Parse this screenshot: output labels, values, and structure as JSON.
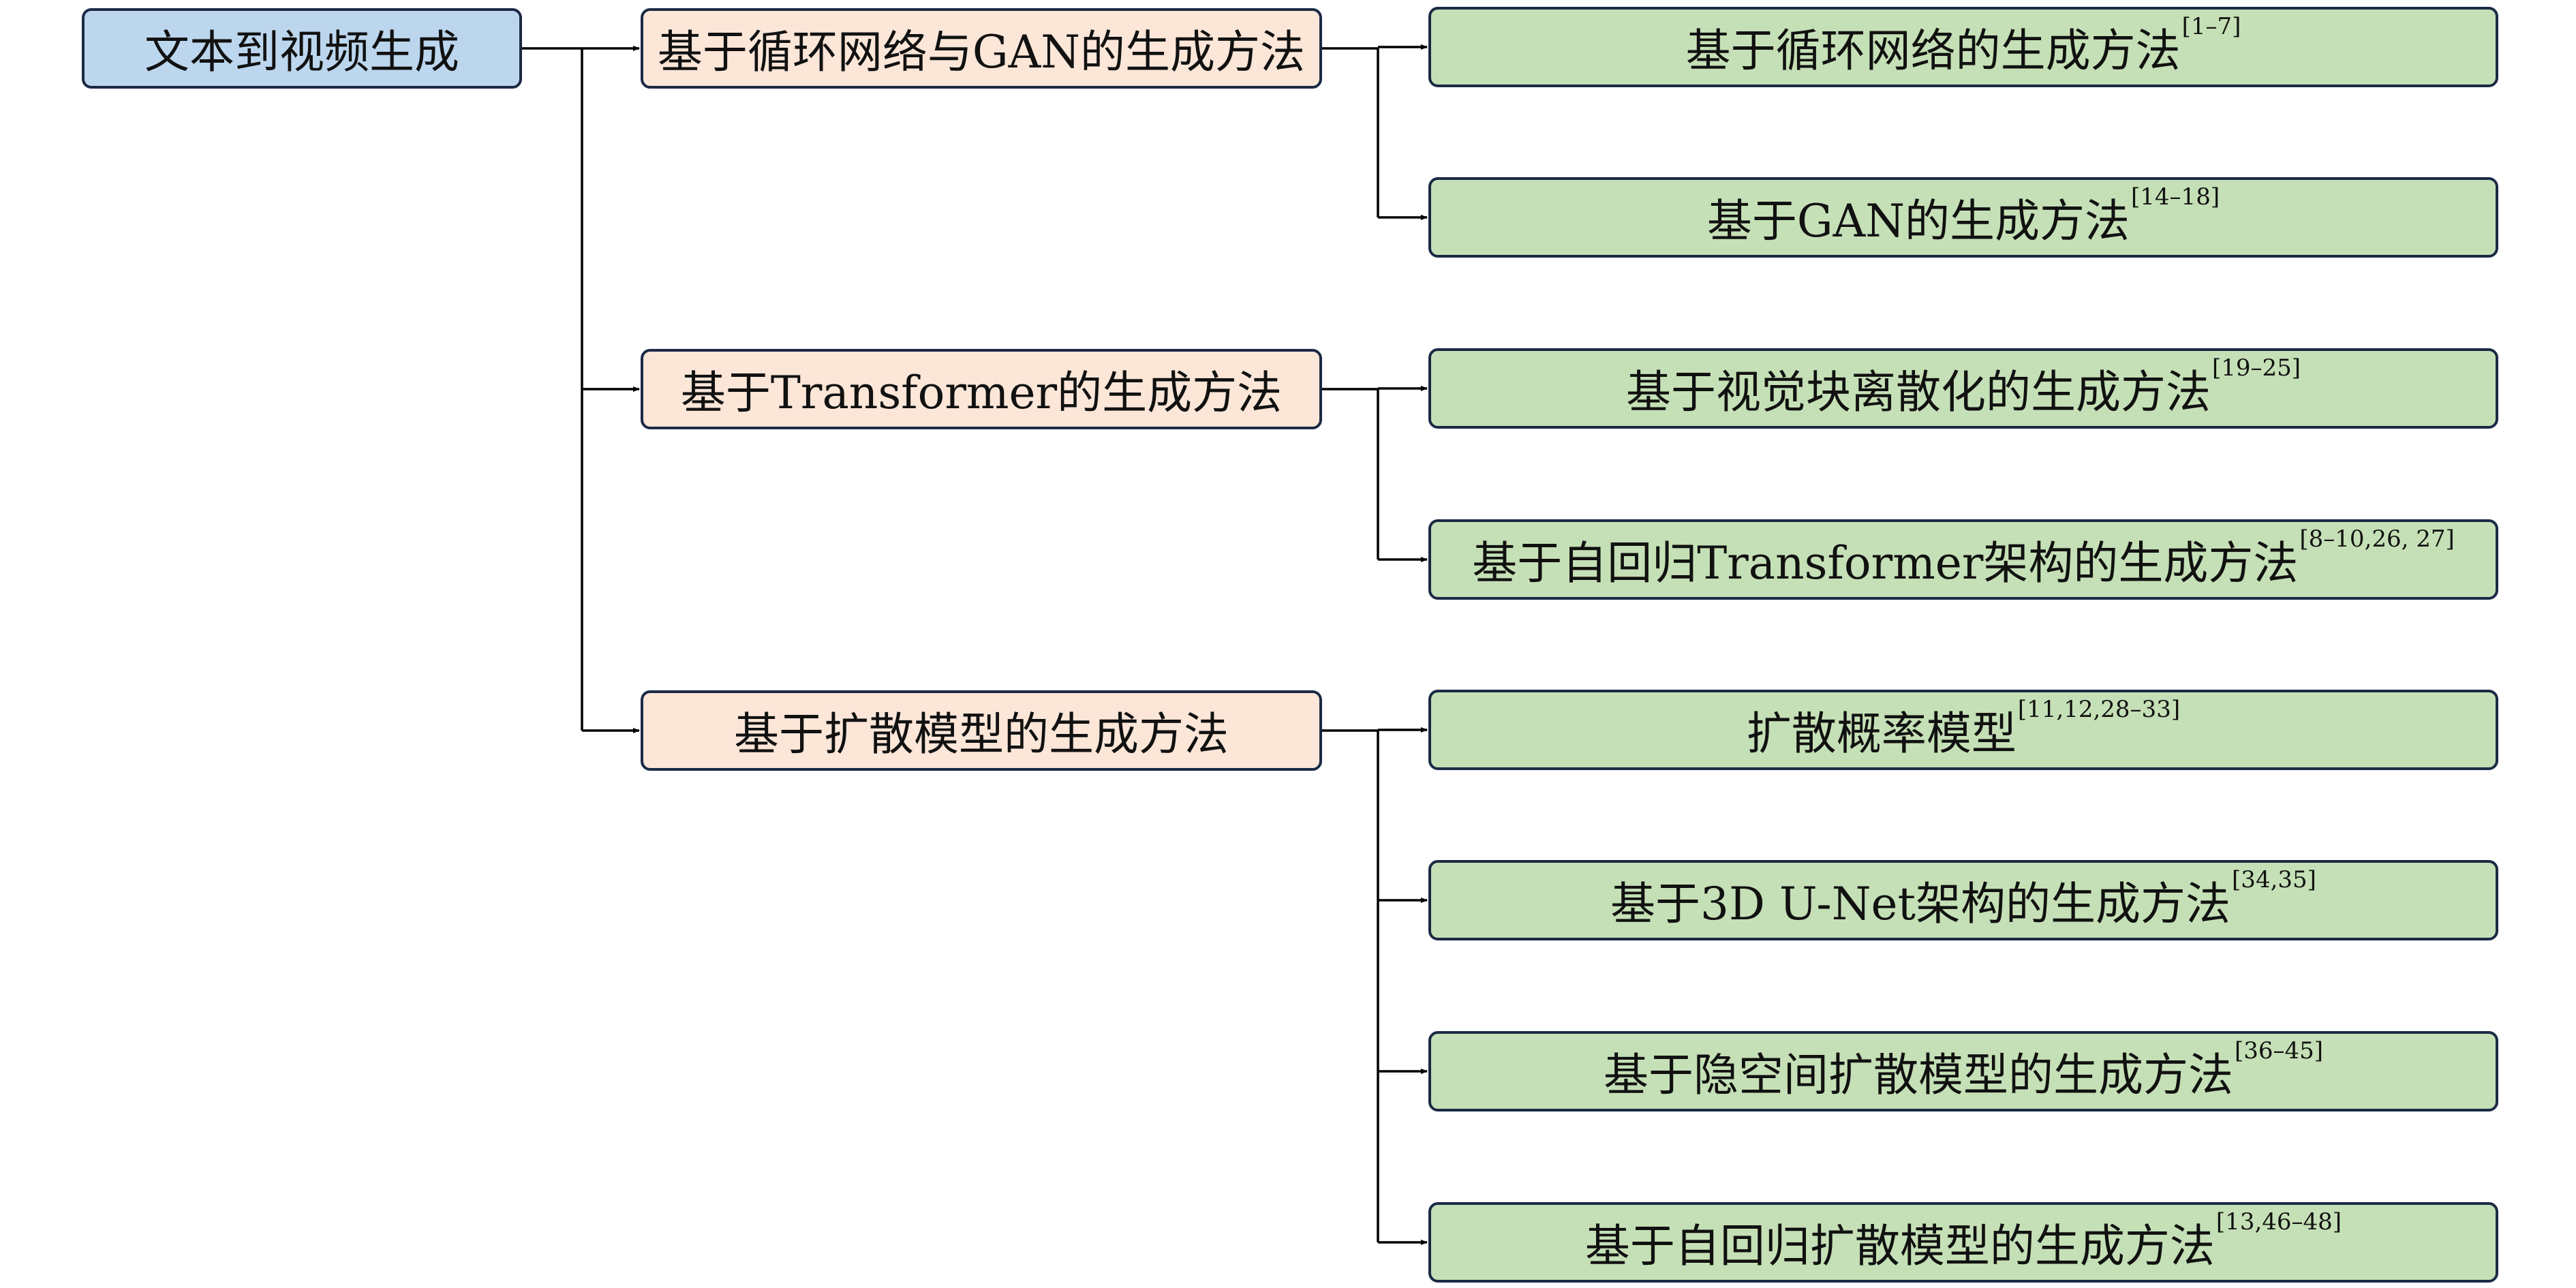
{
  "diagram": {
    "root": {
      "label": "文本到视频生成"
    },
    "categories": [
      {
        "label": "基于循环网络与GAN的生成方法",
        "children": [
          {
            "label": "基于循环网络的生成方法",
            "ref": "[1–7]"
          },
          {
            "label": "基于GAN的生成方法",
            "ref": "[14–18]"
          }
        ]
      },
      {
        "label": "基于Transformer的生成方法",
        "children": [
          {
            "label": "基于视觉块离散化的生成方法",
            "ref": "[19–25]"
          },
          {
            "label": "基于自回归Transformer架构的生成方法",
            "ref": "[8–10,26, 27]"
          }
        ]
      },
      {
        "label": "基于扩散模型的生成方法",
        "children": [
          {
            "label": "扩散概率模型",
            "ref": "[11,12,28–33]"
          },
          {
            "label": "基于3D U-Net架构的生成方法",
            "ref": "[34,35]"
          },
          {
            "label": "基于隐空间扩散模型的生成方法",
            "ref": "[36–45]"
          },
          {
            "label": "基于自回归扩散模型的生成方法",
            "ref": "[13,46–48]"
          }
        ]
      }
    ]
  },
  "colors": {
    "root_fill": "#bcd6ee",
    "category_fill": "#fbe6d8",
    "method_fill": "#c5e0b6",
    "border": "#1b2a45",
    "connector": "#000000"
  }
}
